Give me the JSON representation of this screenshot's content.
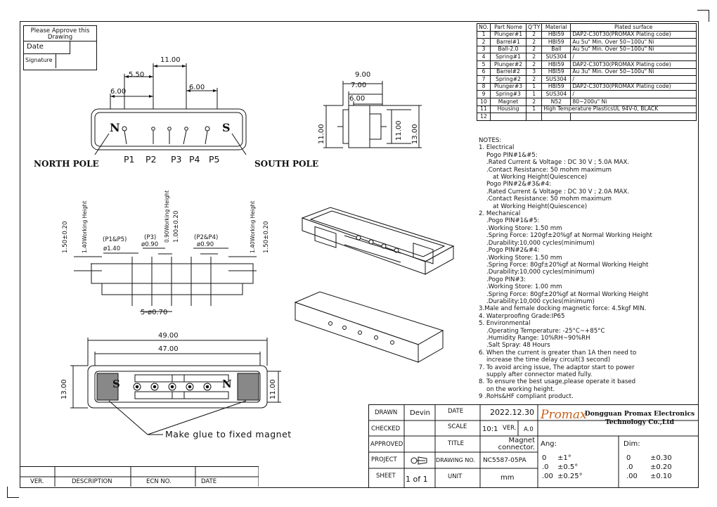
{
  "approve": {
    "title": "Please Approve this Drawing",
    "date_label": "Date",
    "signature_label": "Signature"
  },
  "top_view": {
    "dims": [
      "11.00",
      "5.50",
      "6.00",
      "6.00"
    ],
    "pins": [
      "P1",
      "P2",
      "P3",
      "P4",
      "P5"
    ],
    "north": "N",
    "south": "S",
    "north_pole": "NORTH POLE",
    "south_pole": "SOUTH POLE"
  },
  "side_view": {
    "dims": [
      "9.00",
      "7.00",
      "6.00",
      "11.00",
      "11.00",
      "13.00"
    ]
  },
  "section_view": {
    "p1p5": "(P1&P5)",
    "d140": "ø1.40",
    "p3": "(P3)",
    "d090a": "ø0.90",
    "p2p4": "(P2&P4)",
    "d090b": "ø0.90",
    "h150a": "1.50±0.20",
    "wh140a": "1.40Working Height",
    "wh090": "0.90Working Height",
    "h100": "1.00±0.20",
    "wh140b": "1.40Working Height",
    "h150b": "1.50±0.20",
    "holes": "5-ø0.70"
  },
  "bottom_view": {
    "w49": "49.00",
    "w47": "47.00",
    "h13": "13.00",
    "h11": "11.00",
    "s": "S",
    "n": "N",
    "glue": "Make glue to fixed magnet"
  },
  "bom": {
    "headers": [
      "NO.",
      "Part Nome",
      "Q'TY",
      "Material",
      "Plated surface"
    ],
    "rows": [
      [
        "1",
        "Plunger#1",
        "2",
        "HBI59",
        "DAP2-C30T30(PROMAX Plating code)"
      ],
      [
        "2",
        "Barrel#1",
        "2",
        "HBI59",
        "Au 5u\" Min. Over 50~100u\" Ni"
      ],
      [
        "3",
        "Ball-2.0",
        "2",
        "Ball",
        "Au 5u\" Min. Over 50~100u\" Ni"
      ],
      [
        "4",
        "Spring#1",
        "2",
        "SUS304",
        "/"
      ],
      [
        "5",
        "Plunger#2",
        "2",
        "HBI59",
        "DAP2-C30T30(PROMAX Plating code)"
      ],
      [
        "6",
        "Barrel#2",
        "3",
        "HBI59",
        "Au 3u\" Min. Over 50~100u\" Ni"
      ],
      [
        "7",
        "Spring#2",
        "2",
        "SUS304",
        "/"
      ],
      [
        "8",
        "Plunger#3",
        "1",
        "HBI59",
        "DAP2-C30T30(PROMAX Plating code)"
      ],
      [
        "9",
        "Spring#3",
        "1",
        "SUS304",
        "/"
      ],
      [
        "10",
        "Magnet",
        "2",
        "N52",
        "80~200u\" Ni"
      ],
      [
        "11",
        "Housing",
        "1",
        "High Temperature PlasticsUL 94V-0, BLACK",
        ""
      ],
      [
        "12",
        "",
        "",
        "",
        ""
      ]
    ]
  },
  "notes": [
    {
      "t": "NOTES:",
      "i": 0
    },
    {
      "t": "1. Electrical",
      "i": 0
    },
    {
      "t": "Pogo PIN#1&#5:",
      "i": 1
    },
    {
      "t": ".Rated Current & Voltage : DC 30 V ; 5.0A MAX.",
      "i": 1
    },
    {
      "t": ".Contact Resistance: 50 mohm maximum",
      "i": 1
    },
    {
      "t": "at Working Height(Quiescence)",
      "i": 2
    },
    {
      "t": "Pogo PIN#2&#3&#4:",
      "i": 1
    },
    {
      "t": ".Rated Current & Voltage : DC 30 V ; 2.0A MAX.",
      "i": 1
    },
    {
      "t": ".Contact Resistance: 50 mohm maximum",
      "i": 1
    },
    {
      "t": "at Working Height(Quiescence)",
      "i": 2
    },
    {
      "t": "2. Mechanical",
      "i": 0
    },
    {
      "t": ".Pogo PIN#1&#5:",
      "i": 1
    },
    {
      "t": ".Working Store: 1.50 mm",
      "i": 1
    },
    {
      "t": ".Spring Force: 120gf±20%gf at Normal Working Height",
      "i": 1
    },
    {
      "t": ".Durability:10,000 cycles(minimum)",
      "i": 1
    },
    {
      "t": ".Pogo PIN#2&#4:",
      "i": 1
    },
    {
      "t": ".Working Store: 1.50 mm",
      "i": 1
    },
    {
      "t": ".Spring Force: 80gf±20%gf at Normal Working Height",
      "i": 1
    },
    {
      "t": ".Durability:10,000 cycles(minimum)",
      "i": 1
    },
    {
      "t": ".Pogo PIN#3:",
      "i": 1
    },
    {
      "t": ".Working Store: 1.00 mm",
      "i": 1
    },
    {
      "t": ".Spring Force: 80gf±20%gf at Normal Working Height",
      "i": 1
    },
    {
      "t": ".Durability:10,000 cycles(minimum)",
      "i": 1
    },
    {
      "t": "3.Male and female docking magnetic force: 4.5kgf MIN.",
      "i": 0
    },
    {
      "t": "4. Waterproofing Grade:IP65",
      "i": 0
    },
    {
      "t": "5. Environmental",
      "i": 0
    },
    {
      "t": ".Operating Temperature: -25°C~+85°C",
      "i": 1
    },
    {
      "t": ".Humidity Range: 10%RH~90%RH",
      "i": 1
    },
    {
      "t": ".Salt Spray: 48 Hours",
      "i": 1
    },
    {
      "t": "6. When the current is greater than 1A then need to",
      "i": 0
    },
    {
      "t": "increase the time delay circuit(3 second)",
      "i": 1
    },
    {
      "t": "7. To avoid arcing issue, The adaptor start to power",
      "i": 0
    },
    {
      "t": "supply after connector mated fully.",
      "i": 1
    },
    {
      "t": "8. To ensure the best usage,please operate it based",
      "i": 0
    },
    {
      "t": "on the working height.",
      "i": 1
    },
    {
      "t": "9 .RoHs&HF compliant product.",
      "i": 0
    }
  ],
  "title_block": {
    "drawn": "DRAWN",
    "drawn_by": "Devin",
    "date_label": "DATE",
    "date": "2022.12.30",
    "checked": "CHECKED",
    "scale_label": "SCALE",
    "scale": "10:1",
    "ver_label": "VER.",
    "ver": "A.0",
    "approved": "APPROVED",
    "title_label": "TITLE",
    "title": "Magnet connector.",
    "ang": "Ang:",
    "dim": "Dim:",
    "project": "PROJECT",
    "drawing_no_label": "DRAWING NO.",
    "drawing_no": "NC5587-05PA",
    "sheet": "SHEET",
    "sheet_val": "1 of 1",
    "unit_label": "UNIT",
    "unit": "mm",
    "ang_tol": [
      [
        "0",
        "±1°"
      ],
      [
        ".0",
        "±0.5°"
      ],
      [
        ".00",
        "±0.25°"
      ]
    ],
    "dim_tol": [
      [
        "0",
        "±0.30"
      ],
      [
        ".0",
        "±0.20"
      ],
      [
        ".00",
        "±0.10"
      ]
    ],
    "logo": "Promax",
    "company": "Dongguan Promax Electronics Technology Co.,Ltd"
  },
  "revision": {
    "ver": "VER.",
    "desc": "DESCRIPTION",
    "ecn": "ECN NO.",
    "date": "DATE"
  }
}
